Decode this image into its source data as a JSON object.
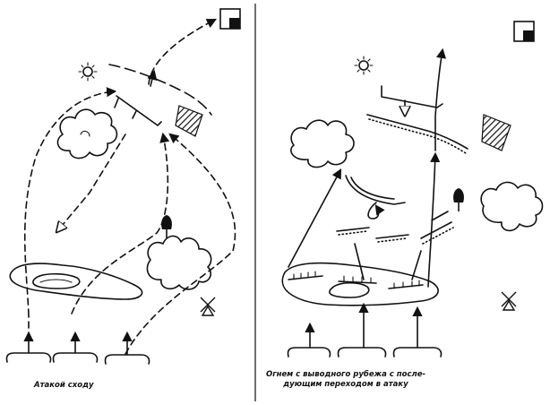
{
  "captions": {
    "left": "Атакой сходу",
    "right_line1": "Огнем с выводного рубежа с после-",
    "right_line2": "дующим переходом в атаку"
  },
  "colors": {
    "ink": "#111111",
    "paper": "#ffffff"
  }
}
